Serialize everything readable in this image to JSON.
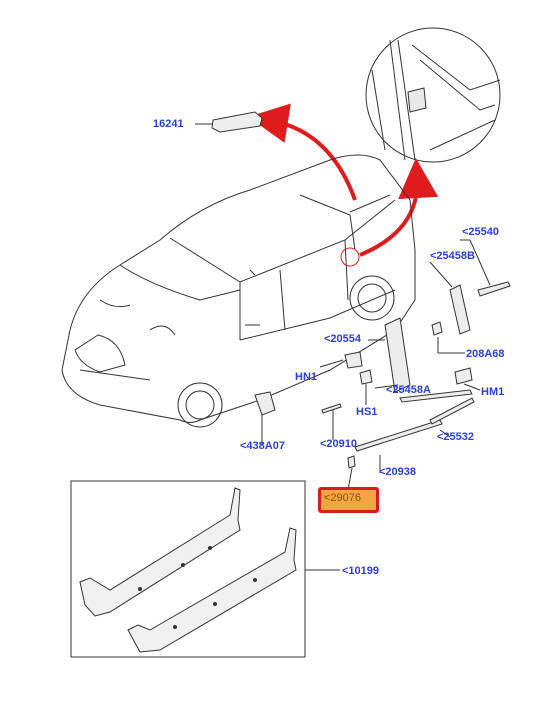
{
  "diagram": {
    "part_labels": {
      "p16241": "16241",
      "p25540": "<25540",
      "p25458B": "<25458B",
      "p20554": "<20554",
      "p208A68": "208A68",
      "pHN1": "HN1",
      "pHM1": "HM1",
      "p25458A": "<25458A",
      "pHS1": "HS1",
      "p438A07": "<438A07",
      "p20910": "<20910",
      "p25532": "<25532",
      "p20938": "<20938",
      "p29076": "<29076",
      "p10199": "<10199"
    },
    "highlighted_part": "<29076",
    "colors": {
      "label_blue": "#2a3fd6",
      "arrow_red": "#e01b1b",
      "highlight_fill": "#f2a640",
      "highlight_border": "#d41e1e"
    }
  }
}
